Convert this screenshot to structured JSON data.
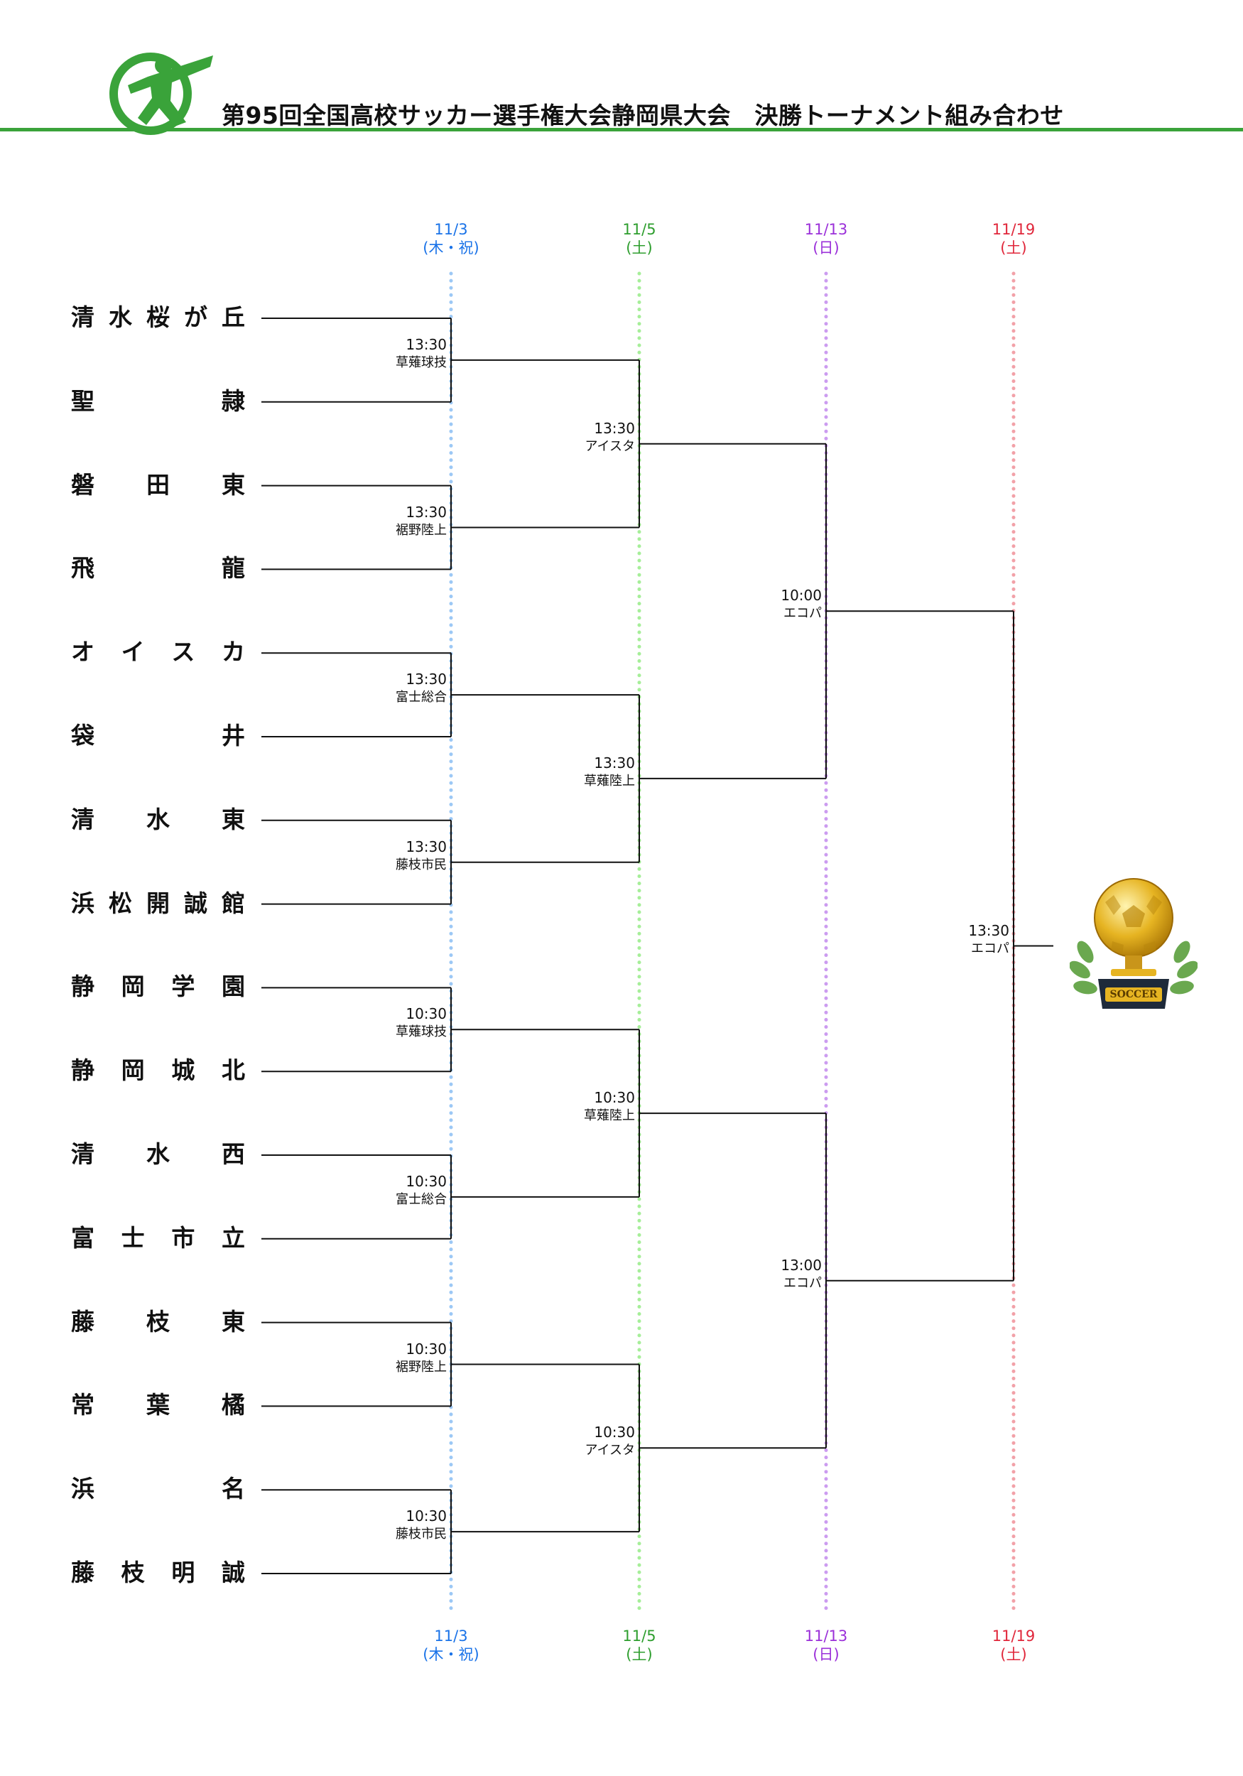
{
  "header": {
    "title": "第95回全国高校サッカー選手権大会静岡県大会　決勝トーナメント組み合わせ",
    "logo_icon": "soccer-player-logo-icon",
    "rule_color": "#3aa33a"
  },
  "rounds": [
    {
      "date": "11/3",
      "day": "(木・祝)",
      "color": "#1a73e8",
      "line_color": "#9cc8f5"
    },
    {
      "date": "11/5",
      "day": "(土)",
      "color": "#2e9e2e",
      "line_color": "#a6ee99"
    },
    {
      "date": "11/13",
      "day": "(日)",
      "color": "#9b30d9",
      "line_color": "#cc9cf0"
    },
    {
      "date": "11/19",
      "day": "(土)",
      "color": "#e0263a",
      "line_color": "#f2a1a8"
    }
  ],
  "teams": [
    {
      "chars": [
        "清",
        "水",
        "桜",
        "が",
        "丘"
      ]
    },
    {
      "chars": [
        "聖",
        "隷"
      ]
    },
    {
      "chars": [
        "磐",
        "田",
        "東"
      ]
    },
    {
      "chars": [
        "飛",
        "龍"
      ]
    },
    {
      "chars": [
        "オ",
        "イ",
        "ス",
        "カ"
      ]
    },
    {
      "chars": [
        "袋",
        "井"
      ]
    },
    {
      "chars": [
        "清",
        "水",
        "東"
      ]
    },
    {
      "chars": [
        "浜",
        "松",
        "開",
        "誠",
        "館"
      ]
    },
    {
      "chars": [
        "静",
        "岡",
        "学",
        "園"
      ]
    },
    {
      "chars": [
        "静",
        "岡",
        "城",
        "北"
      ]
    },
    {
      "chars": [
        "清",
        "水",
        "西"
      ]
    },
    {
      "chars": [
        "富",
        "士",
        "市",
        "立"
      ]
    },
    {
      "chars": [
        "藤",
        "枝",
        "東"
      ]
    },
    {
      "chars": [
        "常",
        "葉",
        "橘"
      ]
    },
    {
      "chars": [
        "浜",
        "名"
      ]
    },
    {
      "chars": [
        "藤",
        "枝",
        "明",
        "誠"
      ]
    }
  ],
  "matches": [
    [
      {
        "time": "13:30",
        "venue": "草薙球技"
      },
      {
        "time": "13:30",
        "venue": "裾野陸上"
      },
      {
        "time": "13:30",
        "venue": "富士総合"
      },
      {
        "time": "13:30",
        "venue": "藤枝市民"
      },
      {
        "time": "10:30",
        "venue": "草薙球技"
      },
      {
        "time": "10:30",
        "venue": "富士総合"
      },
      {
        "time": "10:30",
        "venue": "裾野陸上"
      },
      {
        "time": "10:30",
        "venue": "藤枝市民"
      }
    ],
    [
      {
        "time": "13:30",
        "venue": "アイスタ"
      },
      {
        "time": "13:30",
        "venue": "草薙陸上"
      },
      {
        "time": "10:30",
        "venue": "草薙陸上"
      },
      {
        "time": "10:30",
        "venue": "アイスタ"
      }
    ],
    [
      {
        "time": "10:00",
        "venue": "エコパ"
      },
      {
        "time": "13:00",
        "venue": "エコパ"
      }
    ],
    [
      {
        "time": "13:30",
        "venue": "エコパ"
      }
    ]
  ],
  "trophy": {
    "label": "SOCCER",
    "icon": "trophy-soccer-ball-icon"
  }
}
